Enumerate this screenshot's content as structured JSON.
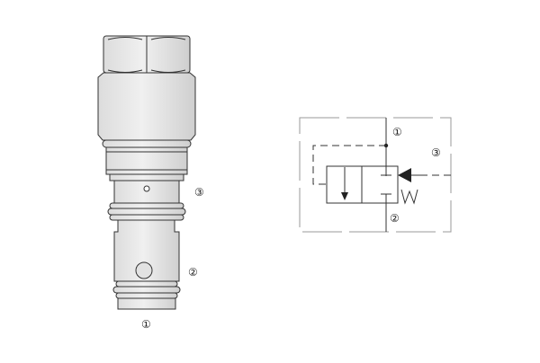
{
  "cartridge": {
    "port_labels": {
      "top_port": "③",
      "side_port": "②",
      "bottom_port": "①"
    }
  },
  "schematic": {
    "port_labels": {
      "port_1": "①",
      "port_2": "②",
      "port_3": "③"
    }
  },
  "colors": {
    "outline": "#333333",
    "body_fill": "#e6e6e6",
    "body_fill_dark": "#d2d2d2",
    "frame_gray": "#9a9a9a",
    "background": "#ffffff"
  }
}
